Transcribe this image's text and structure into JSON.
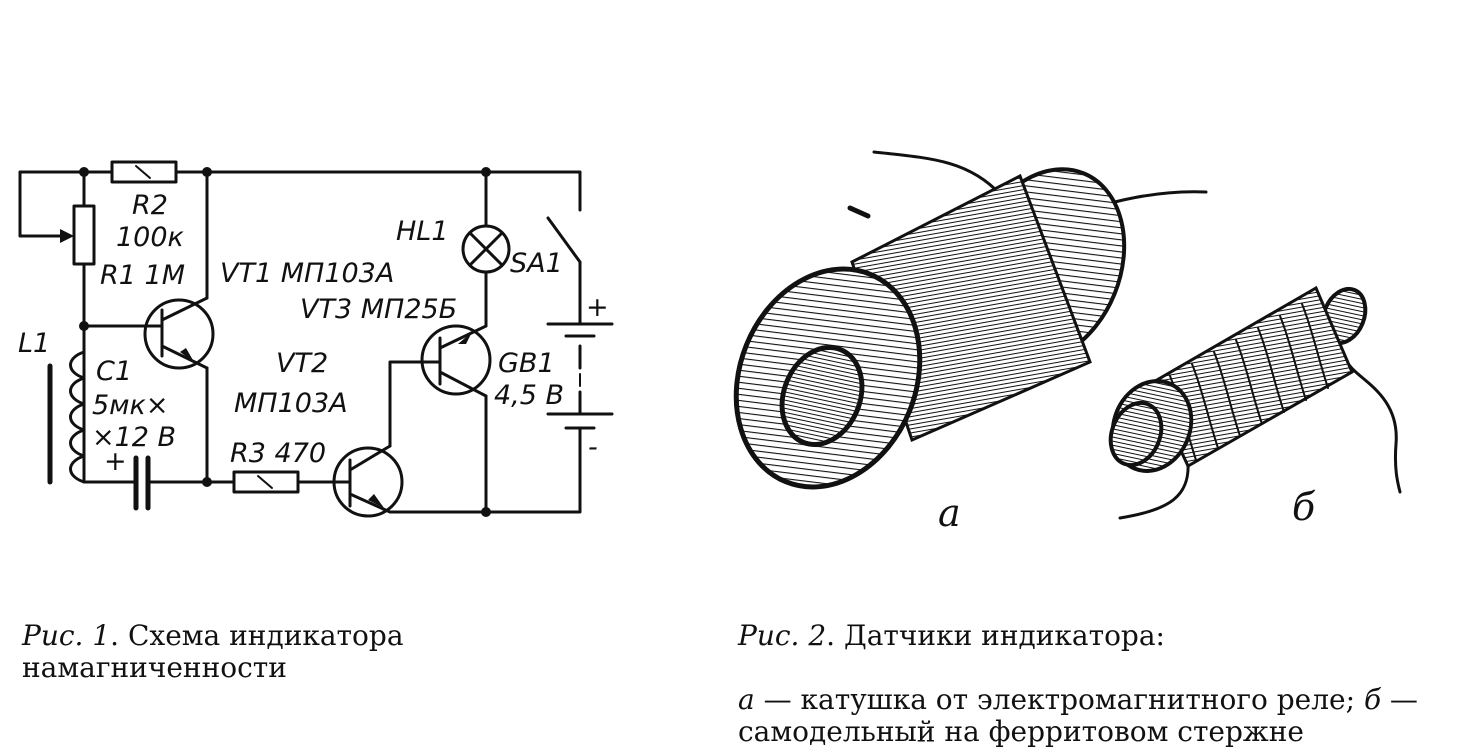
{
  "fig1": {
    "labels": {
      "r2_name": "R2",
      "r2_value": "100к",
      "r1": "R1 1M",
      "vt1": "VT1  МП103А",
      "vt3": "VT3  МП25Б",
      "hl1": "HL1",
      "sa1": "SA1",
      "l1": "L1",
      "c1_name": "C1",
      "c1_value1": "5мк×",
      "c1_value2": "×12 В",
      "c1_plus": "+",
      "vt2_name": "VT2",
      "vt2_type": "МП103А",
      "r3": "R3 470",
      "gb1_name": "GB1",
      "gb1_value": "4,5 В",
      "gb1_plus": "+",
      "gb1_minus": "-"
    },
    "caption": {
      "prefix": "Рис. 1",
      "text": ". Схема индикатора намагниченности"
    }
  },
  "fig2": {
    "label_a": "а",
    "label_b": "б",
    "caption": {
      "prefix": "Рис. 2",
      "title": ". Датчики индикатора:",
      "item_a_letter": "а",
      "item_a_text": " — катушка от электромагнитного реле; ",
      "item_b_letter": "б",
      "item_b_text": " — самодельный на ферритовом стержне"
    }
  }
}
